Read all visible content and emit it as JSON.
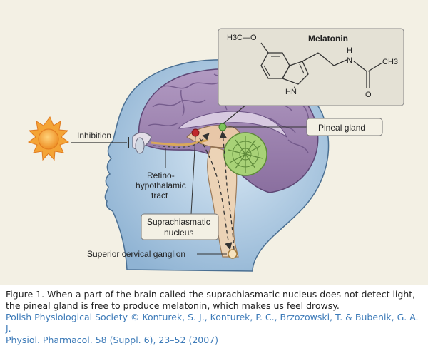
{
  "labels": {
    "inhibition": "Inhibition",
    "retino_line1": "Retino-",
    "retino_line2": "hypothalamic",
    "retino_line3": "tract",
    "pineal": "Pineal gland",
    "supra_line1": "Suprachiasmatic",
    "supra_line2": "nucleus",
    "ganglion": "Superior cervical ganglion"
  },
  "molecule": {
    "name": "Melatonin",
    "methoxy": "H3C—O",
    "amine_h": "H",
    "amine_n": "N",
    "ring_nh": "HN",
    "methyl": "CH3",
    "oxygen": "O"
  },
  "caption": {
    "text": "Figure 1. When a part of the brain called the suprachiasmatic nucleus does not detect light, the pineal gland is free to produce melatonin, which makes us feel drowsy.",
    "credit_line1": "Polish Physiological Society © Konturek, S. J., Konturek, P. C., Brzozowski, T. & Bubenik, G. A. J.",
    "credit_line2": "Physiol. Pharmacol. 58 (Suppl. 6), 23–52 (2007)"
  },
  "colors": {
    "panel_bg": "#f3f0e4",
    "head_fill": "#b9d3e8",
    "brain_fill": "#9a80ad",
    "sun": "#f4a436",
    "cerebellum": "#9bc86a",
    "caption_credit": "#3c7ab8"
  }
}
